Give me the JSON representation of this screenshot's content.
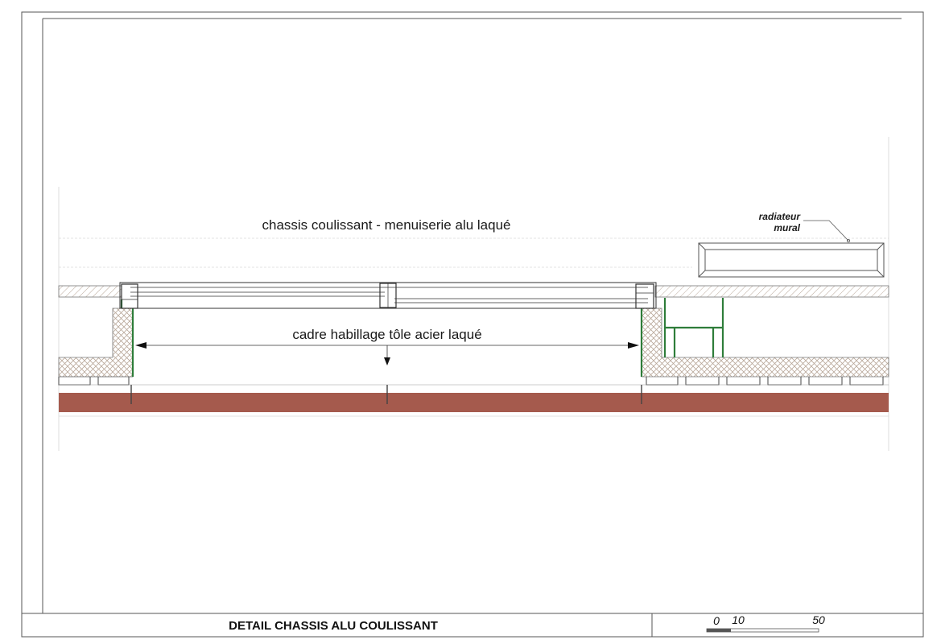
{
  "drawing": {
    "labels": {
      "chassis": "chassis coulissant - menuiserie alu laqué",
      "cadre": "cadre habillage tôle acier laqué",
      "radiateur_line1": "radiateur",
      "radiateur_line2": "mural"
    },
    "title_block": {
      "title": "DETAIL CHASSIS ALU COULISSANT",
      "scale_ticks": [
        "0",
        "10",
        "50"
      ]
    },
    "colors": {
      "floor": "#a55a4d",
      "steel": "#2e7d3a",
      "hatch": "#b9a89a",
      "line": "#333333"
    }
  }
}
